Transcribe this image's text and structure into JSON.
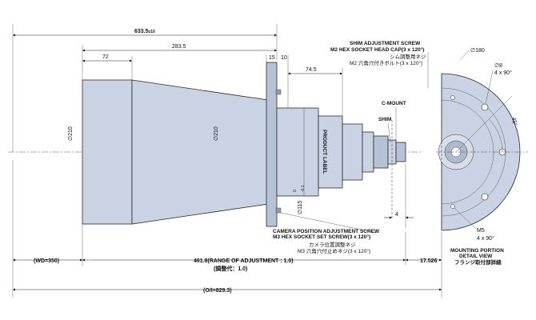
{
  "dimensions": {
    "overall_length": "633.5",
    "overall_length_suffix": "±10",
    "front_section": "283.5",
    "front_edge": "72",
    "flange_a": "15",
    "flange_b": "10",
    "mid_section": "74.5",
    "dia_front": "210",
    "dia_mid": "210",
    "dia_rear": "115",
    "dia_rear_tol_upper": "0",
    "dia_rear_tol_lower": "-0.1",
    "cmount_gap": "4",
    "wd": "(WD=350)",
    "range_of_adjustment": "461.8(RANGE OF ADJUSTMENT : 1.0)",
    "range_of_adjustment_jp": "(調整代：1.0)",
    "flange_back": "17.526",
    "oi": "(O/I=829.3)",
    "dia_detail": "180",
    "dia_hole": "8",
    "hole_pattern_top": "4 x 90°",
    "angle": "45°",
    "m5": "M5",
    "m5_pattern": "4 x 90°",
    "diameter_symbol": "∅"
  },
  "labels": {
    "shim_screw_title": "SHIM ADJUSTMENT SCREW",
    "shim_screw_spec": "M2 HEX SOCKET HEAD CAP(3 x 120°)",
    "shim_screw_jp1": "シム調整用ネジ",
    "shim_screw_jp2": "M2 六角穴付きボルト(3 x 120°)",
    "c_mount": "C-MOUNT",
    "shim": "SHIM",
    "product_label": "PRODUCT LABEL",
    "camera_screw_title": "CAMERA POSITION ADJUSTMENT SCREW",
    "camera_screw_spec": "M3 HEX SOCKET SET SCREW(3 x 120°)",
    "camera_screw_jp1": "カメラ位置調整ネジ",
    "camera_screw_jp2": "M3 六角穴付止めネジ(3 x 120°)",
    "mount_title": "MOUNTING PORTION",
    "mount_detail": "DETAIL VIEW",
    "mount_jp": "フランジ取付部詳細"
  },
  "colors": {
    "body": "#c9d3e3",
    "outline": "#2b2b2b"
  }
}
